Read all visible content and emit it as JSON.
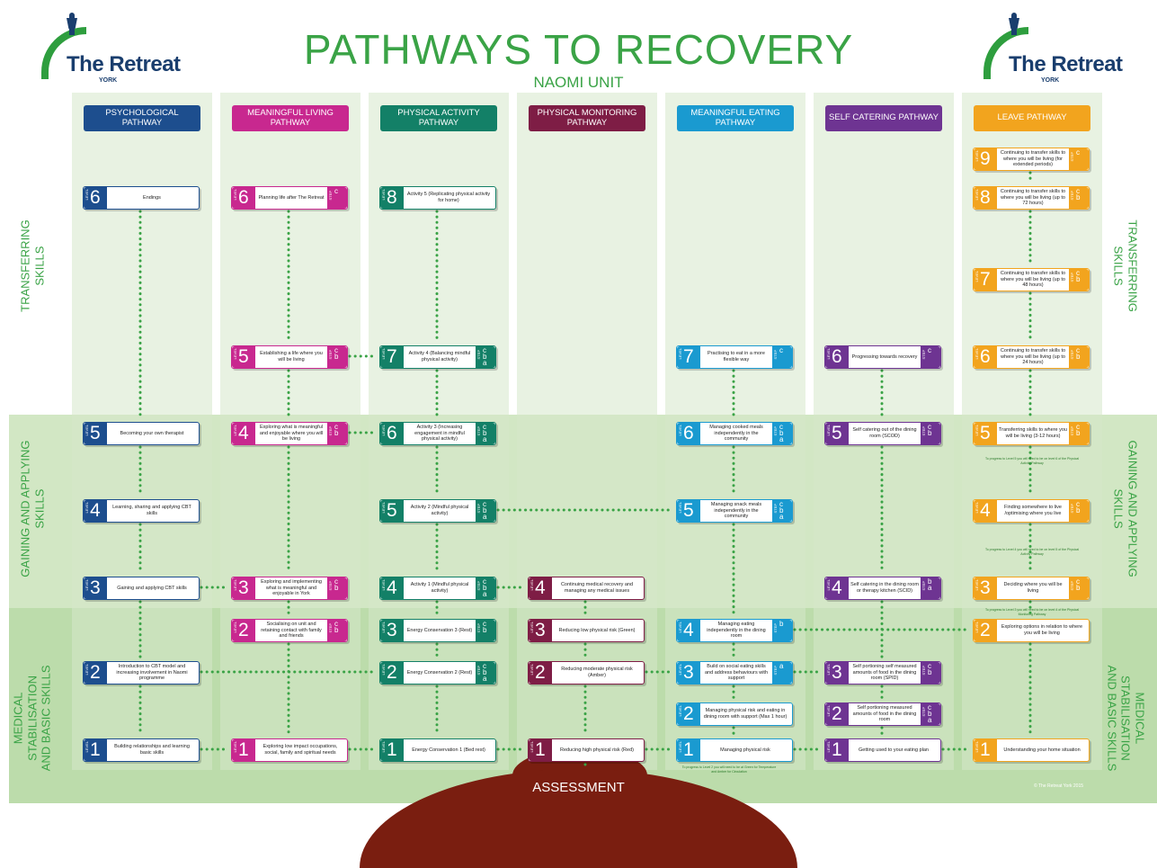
{
  "title": "PATHWAYS TO RECOVERY",
  "subtitle": "NAOMI UNIT",
  "logo": {
    "name": "The Retreat",
    "sub": "YORK"
  },
  "copyright": "© The Retreat York 2015",
  "assessment": "ASSESSMENT",
  "side_labels": {
    "transfer_l1": "TRANSFERRING",
    "transfer_l2": "SKILLS",
    "gain_l1": "GAINING AND APPLYING",
    "gain_l2": "SKILLS",
    "med_l1": "MEDICAL",
    "med_l2": "STABILISATION",
    "med_l3": "AND BASIC SKILLS"
  },
  "level_word": "LEVEL",
  "step_word": "STEP",
  "colors": {
    "psych": "#1d4e8e",
    "living": "#c8288f",
    "physical": "#138067",
    "monitor": "#7e1d45",
    "eating": "#1a9ad0",
    "catering": "#6e3492",
    "leave": "#f2a41e",
    "green": "#3aa346"
  },
  "pathways": [
    {
      "name": "PSYCHOLOGICAL PATHWAY",
      "nodes": [
        {
          "level": "6",
          "text": "Endings"
        },
        {
          "level": "5",
          "text": "Becoming your own therapist"
        },
        {
          "level": "4",
          "text": "Learning, sharing and applying CBT skills"
        },
        {
          "level": "3",
          "text": "Gaining and applying CBT skills"
        },
        {
          "level": "2",
          "text": "Introduction to CBT model and increasing involvement in Naomi programme"
        },
        {
          "level": "1",
          "text": "Building relationships and learning basic skills"
        }
      ]
    },
    {
      "name": "MEANINGFUL LIVING PATHWAY",
      "nodes": [
        {
          "level": "6",
          "text": "Planning life after The Retreat",
          "step": "c"
        },
        {
          "level": "5",
          "text": "Establishing a life where you will be living",
          "step": "c b"
        },
        {
          "level": "4",
          "text": "Exploring what is meaningful and enjoyable where you will be living",
          "step": "c b"
        },
        {
          "level": "3",
          "text": "Exploring and implementing what is meaningful and enjoyable in York",
          "step": "c b"
        },
        {
          "level": "2",
          "text": "Socialising on unit and retaining contact with family and friends",
          "step": "c b"
        },
        {
          "level": "1",
          "text": "Exploring low impact occupations, social, family and spiritual needs"
        }
      ]
    },
    {
      "name": "PHYSICAL ACTIVITY PATHWAY",
      "nodes": [
        {
          "level": "8",
          "text": "Activity 5 (Replicating physical activity for home)"
        },
        {
          "level": "7",
          "text": "Activity 4 (Balancing mindful physical activity)",
          "step": "c b a"
        },
        {
          "level": "6",
          "text": "Activity 3 (Increasing engagement in mindful physical activity)",
          "step": "c b a"
        },
        {
          "level": "5",
          "text": "Activity 2 (Mindful physical activity)",
          "step": "c b a"
        },
        {
          "level": "4",
          "text": "Activity 1 (Mindful physical activity)",
          "step": "c b a"
        },
        {
          "level": "3",
          "text": "Energy Conservation 3 (Rest)",
          "step": "c b"
        },
        {
          "level": "2",
          "text": "Energy Conservation 2 (Rest)",
          "step": "c b a"
        },
        {
          "level": "1",
          "text": "Energy Conservation 1 (Bed rest)"
        }
      ]
    },
    {
      "name": "PHYSICAL MONITORING PATHWAY",
      "nodes": [
        {
          "level": "4",
          "text": "Continuing medical recovery and managing any medical issues"
        },
        {
          "level": "3",
          "text": "Reducing low physical risk (Green)"
        },
        {
          "level": "2",
          "text": "Reducing moderate physical risk (Amber)"
        },
        {
          "level": "1",
          "text": "Reducing high physical risk (Red)"
        }
      ]
    },
    {
      "name": "MEANINGFUL EATING PATHWAY",
      "nodes": [
        {
          "level": "7",
          "text": "Practising to eat in a more flexible way",
          "step": "c"
        },
        {
          "level": "6",
          "text": "Managing cooked meals independently in the community",
          "step": "c b a"
        },
        {
          "level": "5",
          "text": "Managing snack meals independently in the community",
          "step": "c b a"
        },
        {
          "level": "4",
          "text": "Managing eating independently in the dining room",
          "step": "b"
        },
        {
          "level": "3",
          "text": "Build on social eating skills and address behaviours with support",
          "step": "a"
        },
        {
          "level": "2",
          "text": "Managing physical risk and eating in dining room with support (Max 1 hour)"
        },
        {
          "level": "1",
          "text": "Managing physical risk"
        }
      ]
    },
    {
      "name": "SELF CATERING PATHWAY",
      "nodes": [
        {
          "level": "6",
          "text": "Progressing towards recovery",
          "step": "c"
        },
        {
          "level": "5",
          "text": "Self catering out of the dining room (SCOD)",
          "step": "c b"
        },
        {
          "level": "4",
          "text": "Self catering in the dining room or therapy kitchen (SCID)",
          "step": "b a"
        },
        {
          "level": "3",
          "text": "Self portioning self measured amounts of food in the dining room (SPID)",
          "step": "c b"
        },
        {
          "level": "2",
          "text": "Self portioning measured amounts of food in the dining room",
          "step": "c b a"
        },
        {
          "level": "1",
          "text": "Getting used to your eating plan"
        }
      ]
    },
    {
      "name": "LEAVE PATHWAY",
      "nodes": [
        {
          "level": "9",
          "text": "Continuing to transfer skills to where you will be living (for extended periods)",
          "step": "c"
        },
        {
          "level": "8",
          "text": "Continuing to transfer skills to where you will be living (up to 72 hours)",
          "step": "c b"
        },
        {
          "level": "7",
          "text": "Continuing to transfer skills to where you will be living (up to 48 hours)",
          "step": "c b"
        },
        {
          "level": "6",
          "text": "Continuing to transfer skills to where you will be living (up to 24 hours)",
          "step": "c b"
        },
        {
          "level": "5",
          "text": "Transferring skills to where you will be living (3-12 hours)",
          "step": "c b"
        },
        {
          "level": "4",
          "text": "Finding somewhere to live /optimising where you live",
          "step": "c b"
        },
        {
          "level": "3",
          "text": "Deciding where you will be living",
          "step": "c b"
        },
        {
          "level": "2",
          "text": "Exploring options in relation to where you will be living"
        },
        {
          "level": "1",
          "text": "Understanding your home situation"
        }
      ]
    }
  ],
  "notes": {
    "leave_5": "To progress to Level 5 you will need to be on level 6 of the Physical Activity Pathway",
    "leave_4": "To progress to Level 4 you will need to be on level 5 of the Physical Activity Pathway",
    "leave_3": "To progress to Level 3 you will need to be on level 4 of the Physical Monitoring Pathway",
    "eating_1": "To progress to Level 2 you will need to be at Green for Temperature and Amber for Circulation"
  }
}
